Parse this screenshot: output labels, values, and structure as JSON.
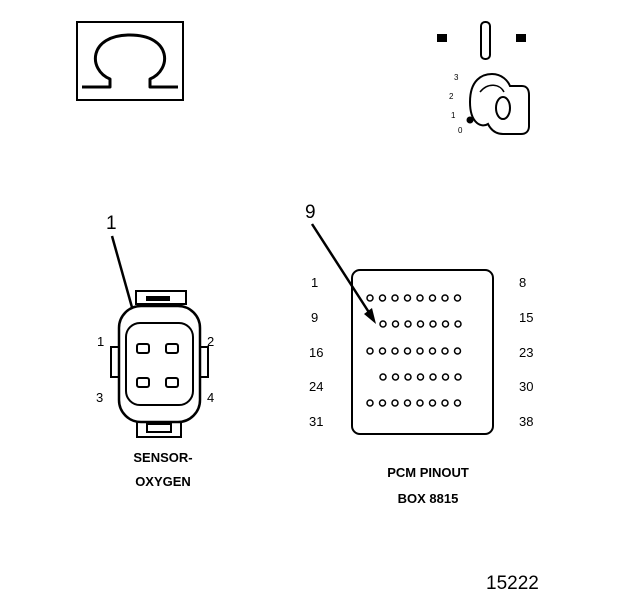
{
  "ohm_symbol": "Ω",
  "ignition_key": {
    "positions": [
      "3",
      "2",
      "1",
      "0"
    ],
    "key_label": "0"
  },
  "sensor_connector": {
    "callout": "1",
    "pin_labels": [
      "1",
      "2",
      "3",
      "4"
    ],
    "title_line1": "SENSOR-",
    "title_line2": "OXYGEN"
  },
  "pcm_pinout": {
    "callout": "9",
    "row_start_labels": [
      "1",
      "9",
      "16",
      "24",
      "31"
    ],
    "row_end_labels": [
      "8",
      "15",
      "23",
      "30",
      "38"
    ],
    "row_pin_counts": [
      8,
      7,
      8,
      7,
      8
    ],
    "title_line1": "PCM PINOUT",
    "title_line2": "BOX 8815"
  },
  "figure_number": "15222"
}
